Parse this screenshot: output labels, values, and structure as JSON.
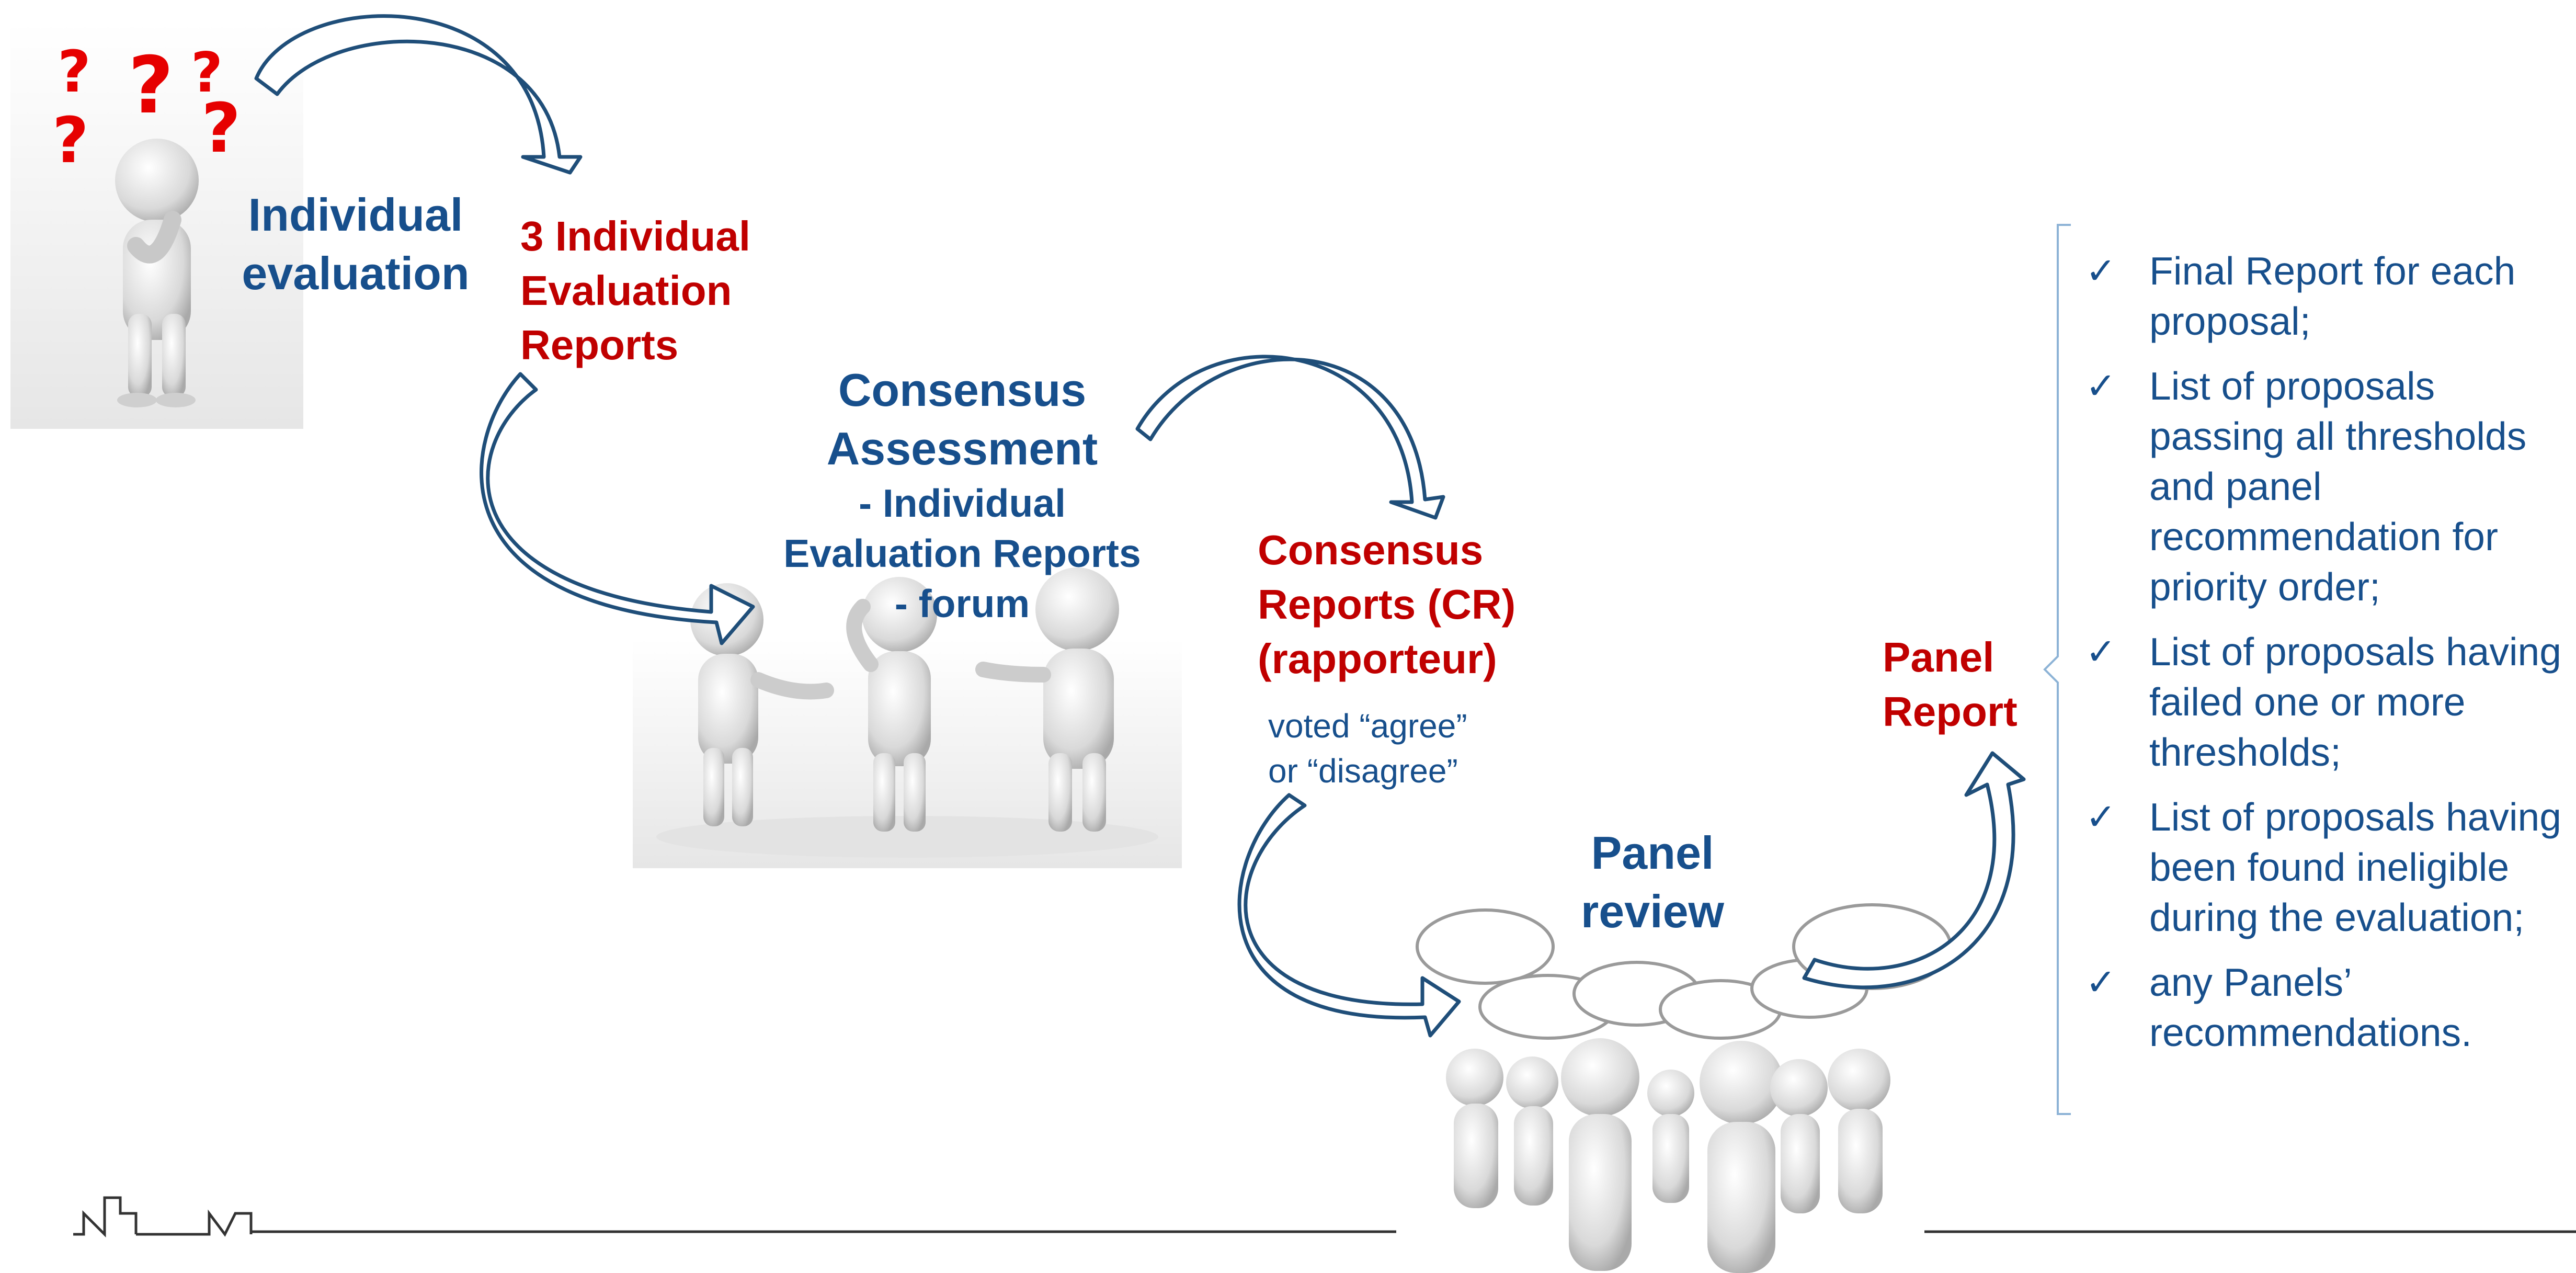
{
  "individual": {
    "title_line1": "Individual",
    "title_line2": "evaluation"
  },
  "individual_reports": {
    "line1": "3 Individual",
    "line2": "Evaluation",
    "line3": "Reports"
  },
  "consensus": {
    "title_line1": "Consensus",
    "title_line2": "Assessment",
    "sub_line1": "- Individual",
    "sub_line2": "Evaluation Reports",
    "sub_line3": "- forum"
  },
  "consensus_reports": {
    "line1": "Consensus",
    "line2": "Reports (CR)",
    "line3": "(rapporteur)"
  },
  "vote": {
    "line1": "voted “agree”",
    "line2": "or “disagree”"
  },
  "panel_review": {
    "line1": "Panel",
    "line2": "review"
  },
  "panel_report": {
    "line1": "Panel",
    "line2": "Report"
  },
  "outputs": [
    {
      "text": "Final Report for each proposal;"
    },
    {
      "text": "List of proposals passing all thresholds and panel recommendation for priority order;"
    },
    {
      "text": "List of proposals having failed one or more thresholds;"
    },
    {
      "text": "List of proposals having been found ineligible during the evaluation;"
    },
    {
      "text": "any Panels’ recommendations."
    }
  ],
  "colors": {
    "blue": "#174f8c",
    "red": "#c00000",
    "arrow": "#1f4e79"
  },
  "icons": {
    "check": "check-icon",
    "question": "question-marks-icon"
  }
}
